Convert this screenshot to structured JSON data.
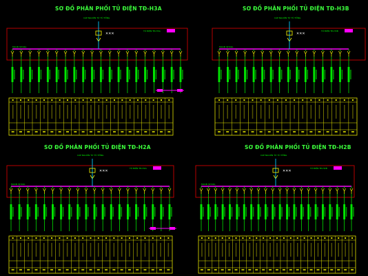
{
  "panels": [
    {
      "title": "SƠ ĐỒ PHÂN PHỐI TỦ ĐIỆN TĐ-H3A",
      "feeders": 20,
      "board_labels": [
        "TỦ ĐIỆN TĐ-H3A",
        "MCCB 3P 63A"
      ],
      "incoming_label": "CÁP NGUỒN TỪ TỦ TỔNG"
    },
    {
      "title": "SƠ ĐỒ PHÂN PHỐI TỦ ĐIỆN TĐ-H3B",
      "feeders": 16,
      "board_labels": [
        "TỦ ĐIỆN TĐ-H3B",
        "MCCB 3P 63A"
      ],
      "incoming_label": "CÁP NGUỒN TỪ TỦ TỔNG"
    },
    {
      "title": "SƠ ĐỒ PHÂN PHỐI TỦ ĐIỆN TĐ-H2A",
      "feeders": 20,
      "board_labels": [
        "TỦ ĐIỆN TĐ-H2A",
        "MCCB 3P 63A"
      ],
      "incoming_label": "CÁP NGUỒN TỪ TỦ TỔNG"
    },
    {
      "title": "SƠ ĐỒ PHÂN PHỐI TỦ ĐIỆN TĐ-H2B",
      "feeders": 22,
      "board_labels": [
        "TỦ ĐIỆN TĐ-H2B",
        "MCCB 3P 63A"
      ],
      "incoming_label": "CÁP NGUỒN TỪ TỦ TỔNG"
    }
  ],
  "colors": {
    "background": "#000000",
    "title": "#3cff3c",
    "frame": "#cc0000",
    "bus": "#ff00ff",
    "feeder": "#00ff00",
    "breaker": "#ffff00",
    "table": "#e6e600",
    "incoming": "#00c8ff"
  }
}
